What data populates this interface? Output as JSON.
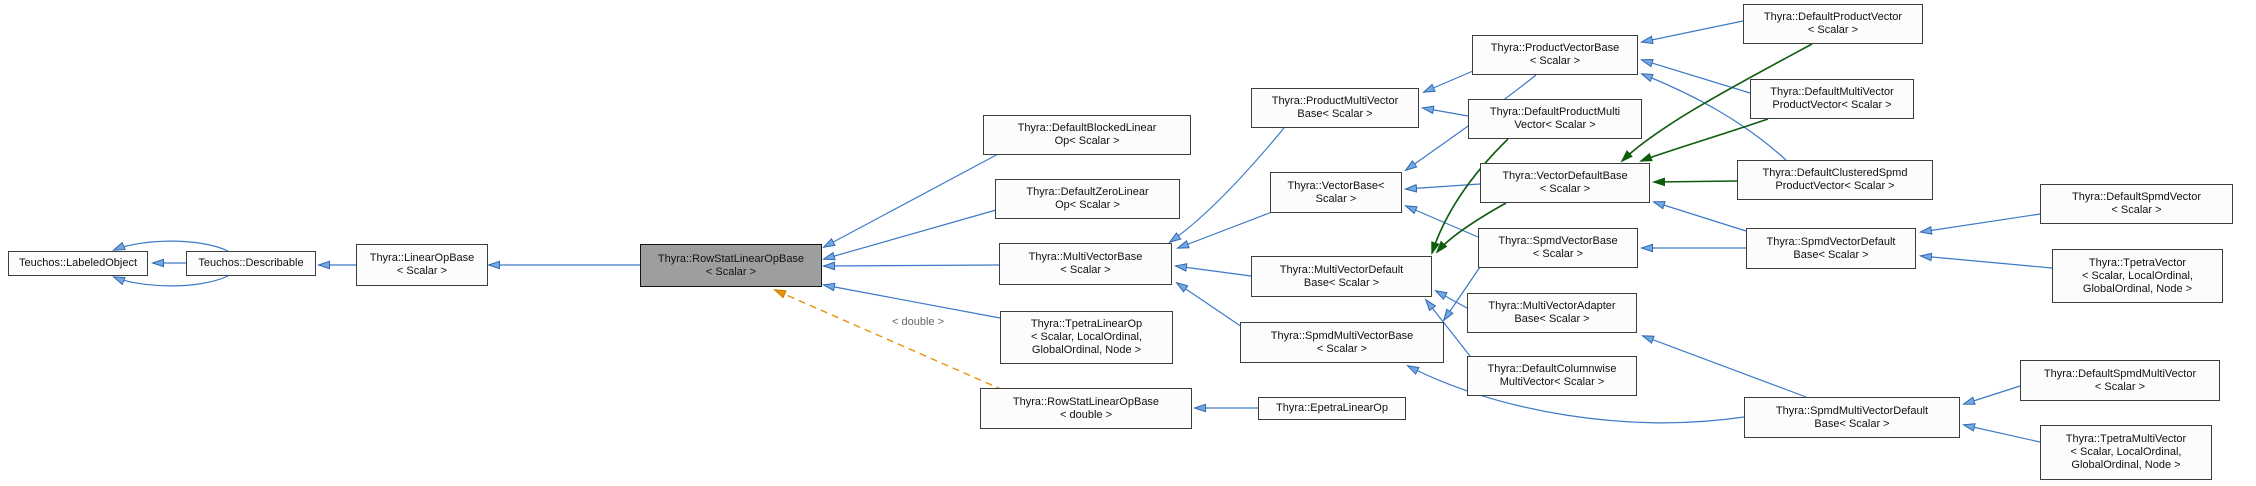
{
  "diagram": {
    "kind": "doxygen-class-inheritance-graph",
    "focus_class": "Thyra::RowStatLinearOpBase< Scalar >",
    "template_edge_label": "< double >",
    "colors": {
      "public_inheritance_edge": "#3c7ac8",
      "public_arrowhead_fill": "#72a9e4",
      "protected_inheritance_edge": "#0e5c0e",
      "template_instantiation_edge": "#e8940a",
      "node_background": "#fcfcfc",
      "node_border": "#3d3d3d",
      "focus_node_background": "#9e9e9e"
    }
  },
  "nodes": {
    "labeledObject": {
      "lines": [
        "Teuchos::LabeledObject"
      ]
    },
    "describable": {
      "lines": [
        "Teuchos::Describable"
      ]
    },
    "linearOpBase": {
      "lines": [
        "Thyra::LinearOpBase",
        "< Scalar >"
      ]
    },
    "rowStatLinearOpBase": {
      "lines": [
        "Thyra::RowStatLinearOpBase",
        "< Scalar >"
      ]
    },
    "defaultBlockedLinearOp": {
      "lines": [
        "Thyra::DefaultBlockedLinear",
        "Op< Scalar >"
      ]
    },
    "defaultZeroLinearOp": {
      "lines": [
        "Thyra::DefaultZeroLinear",
        "Op< Scalar >"
      ]
    },
    "multiVectorBase": {
      "lines": [
        "Thyra::MultiVectorBase",
        "< Scalar >"
      ]
    },
    "tpetraLinearOp": {
      "lines": [
        "Thyra::TpetraLinearOp",
        "< Scalar, LocalOrdinal,",
        "GlobalOrdinal, Node >"
      ]
    },
    "rowStatLinearOpBaseDouble": {
      "lines": [
        "Thyra::RowStatLinearOpBase",
        "< double >"
      ]
    },
    "productMultiVectorBase": {
      "lines": [
        "Thyra::ProductMultiVector",
        "Base< Scalar >"
      ]
    },
    "vectorBase": {
      "lines": [
        "Thyra::VectorBase<",
        "Scalar >"
      ]
    },
    "multiVectorDefaultBase": {
      "lines": [
        "Thyra::MultiVectorDefault",
        "Base< Scalar >"
      ]
    },
    "spmdMultiVectorBase": {
      "lines": [
        "Thyra::SpmdMultiVectorBase",
        "< Scalar >"
      ]
    },
    "epetraLinearOp": {
      "lines": [
        "Thyra::EpetraLinearOp"
      ]
    },
    "productVectorBase": {
      "lines": [
        "Thyra::ProductVectorBase",
        "< Scalar >"
      ]
    },
    "defaultProductMultiVector": {
      "lines": [
        "Thyra::DefaultProductMulti",
        "Vector< Scalar >"
      ]
    },
    "vectorDefaultBase": {
      "lines": [
        "Thyra::VectorDefaultBase",
        "< Scalar >"
      ]
    },
    "spmdVectorBase": {
      "lines": [
        "Thyra::SpmdVectorBase",
        "< Scalar >"
      ]
    },
    "multiVectorAdapterBase": {
      "lines": [
        "Thyra::MultiVectorAdapter",
        "Base< Scalar >"
      ]
    },
    "defaultColumnwiseMultiVector": {
      "lines": [
        "Thyra::DefaultColumnwise",
        "MultiVector< Scalar >"
      ]
    },
    "defaultProductVector": {
      "lines": [
        "Thyra::DefaultProductVector",
        "< Scalar >"
      ]
    },
    "defaultMultiVectorProductVector": {
      "lines": [
        "Thyra::DefaultMultiVector",
        "ProductVector< Scalar >"
      ]
    },
    "defaultClusteredSpmdProductVector": {
      "lines": [
        "Thyra::DefaultClusteredSpmd",
        "ProductVector< Scalar >"
      ]
    },
    "spmdVectorDefaultBase": {
      "lines": [
        "Thyra::SpmdVectorDefault",
        "Base< Scalar >"
      ]
    },
    "spmdMultiVectorDefaultBase": {
      "lines": [
        "Thyra::SpmdMultiVectorDefault",
        "Base< Scalar >"
      ]
    },
    "defaultSpmdVector": {
      "lines": [
        "Thyra::DefaultSpmdVector",
        "< Scalar >"
      ]
    },
    "tpetraVector": {
      "lines": [
        "Thyra::TpetraVector",
        "< Scalar, LocalOrdinal,",
        "GlobalOrdinal, Node >"
      ]
    },
    "defaultSpmdMultiVector": {
      "lines": [
        "Thyra::DefaultSpmdMultiVector",
        "< Scalar >"
      ]
    },
    "tpetraMultiVector": {
      "lines": [
        "Thyra::TpetraMultiVector",
        "< Scalar, LocalOrdinal,",
        "GlobalOrdinal, Node >"
      ]
    }
  },
  "edges": [
    {
      "from": "Teuchos::Describable",
      "to": "Teuchos::LabeledObject",
      "relation": "public"
    },
    {
      "from": "Teuchos::Describable",
      "to": "Teuchos::LabeledObject",
      "relation": "public-duplicate-arc-top"
    },
    {
      "from": "Teuchos::Describable",
      "to": "Teuchos::LabeledObject",
      "relation": "public-duplicate-arc-bottom"
    },
    {
      "from": "Thyra::LinearOpBase< Scalar >",
      "to": "Teuchos::Describable",
      "relation": "public"
    },
    {
      "from": "Thyra::RowStatLinearOpBase< Scalar >",
      "to": "Thyra::LinearOpBase< Scalar >",
      "relation": "public"
    },
    {
      "from": "Thyra::DefaultBlockedLinearOp< Scalar >",
      "to": "Thyra::RowStatLinearOpBase< Scalar >",
      "relation": "public"
    },
    {
      "from": "Thyra::DefaultZeroLinearOp< Scalar >",
      "to": "Thyra::RowStatLinearOpBase< Scalar >",
      "relation": "public"
    },
    {
      "from": "Thyra::MultiVectorBase< Scalar >",
      "to": "Thyra::RowStatLinearOpBase< Scalar >",
      "relation": "public"
    },
    {
      "from": "Thyra::TpetraLinearOp< Scalar, LocalOrdinal, GlobalOrdinal, Node >",
      "to": "Thyra::RowStatLinearOpBase< Scalar >",
      "relation": "public"
    },
    {
      "from": "Thyra::RowStatLinearOpBase< double >",
      "to": "Thyra::RowStatLinearOpBase< Scalar >",
      "relation": "template-instantiation",
      "label": "< double >"
    },
    {
      "from": "Thyra::EpetraLinearOp",
      "to": "Thyra::RowStatLinearOpBase< double >",
      "relation": "public"
    },
    {
      "from": "Thyra::ProductMultiVectorBase< Scalar >",
      "to": "Thyra::MultiVectorBase< Scalar >",
      "relation": "public"
    },
    {
      "from": "Thyra::VectorBase< Scalar >",
      "to": "Thyra::MultiVectorBase< Scalar >",
      "relation": "public"
    },
    {
      "from": "Thyra::MultiVectorDefaultBase< Scalar >",
      "to": "Thyra::MultiVectorBase< Scalar >",
      "relation": "public"
    },
    {
      "from": "Thyra::SpmdMultiVectorBase< Scalar >",
      "to": "Thyra::MultiVectorBase< Scalar >",
      "relation": "public"
    },
    {
      "from": "Thyra::ProductVectorBase< Scalar >",
      "to": "Thyra::ProductMultiVectorBase< Scalar >",
      "relation": "public"
    },
    {
      "from": "Thyra::DefaultProductMultiVector< Scalar >",
      "to": "Thyra::ProductMultiVectorBase< Scalar >",
      "relation": "public"
    },
    {
      "from": "Thyra::ProductVectorBase< Scalar >",
      "to": "Thyra::VectorBase< Scalar >",
      "relation": "public"
    },
    {
      "from": "Thyra::VectorDefaultBase< Scalar >",
      "to": "Thyra::VectorBase< Scalar >",
      "relation": "public"
    },
    {
      "from": "Thyra::SpmdVectorBase< Scalar >",
      "to": "Thyra::VectorBase< Scalar >",
      "relation": "public"
    },
    {
      "from": "Thyra::DefaultProductVector< Scalar >",
      "to": "Thyra::ProductVectorBase< Scalar >",
      "relation": "public"
    },
    {
      "from": "Thyra::DefaultMultiVectorProductVector< Scalar >",
      "to": "Thyra::ProductVectorBase< Scalar >",
      "relation": "public"
    },
    {
      "from": "Thyra::DefaultClusteredSpmdProductVector< Scalar >",
      "to": "Thyra::ProductVectorBase< Scalar >",
      "relation": "public"
    },
    {
      "from": "Thyra::DefaultProductVector< Scalar >",
      "to": "Thyra::VectorDefaultBase< Scalar >",
      "relation": "protected"
    },
    {
      "from": "Thyra::DefaultMultiVectorProductVector< Scalar >",
      "to": "Thyra::VectorDefaultBase< Scalar >",
      "relation": "protected"
    },
    {
      "from": "Thyra::DefaultClusteredSpmdProductVector< Scalar >",
      "to": "Thyra::VectorDefaultBase< Scalar >",
      "relation": "protected"
    },
    {
      "from": "Thyra::DefaultProductMultiVector< Scalar >",
      "to": "Thyra::MultiVectorDefaultBase< Scalar >",
      "relation": "protected"
    },
    {
      "from": "Thyra::VectorDefaultBase< Scalar >",
      "to": "Thyra::MultiVectorDefaultBase< Scalar >",
      "relation": "protected"
    },
    {
      "from": "Thyra::SpmdVectorDefaultBase< Scalar >",
      "to": "Thyra::SpmdVectorBase< Scalar >",
      "relation": "public"
    },
    {
      "from": "Thyra::SpmdVectorDefaultBase< Scalar >",
      "to": "Thyra::VectorDefaultBase< Scalar >",
      "relation": "public"
    },
    {
      "from": "Thyra::DefaultSpmdVector< Scalar >",
      "to": "Thyra::SpmdVectorDefaultBase< Scalar >",
      "relation": "public"
    },
    {
      "from": "Thyra::TpetraVector< Scalar, LocalOrdinal, GlobalOrdinal, Node >",
      "to": "Thyra::SpmdVectorDefaultBase< Scalar >",
      "relation": "public"
    },
    {
      "from": "Thyra::MultiVectorAdapterBase< Scalar >",
      "to": "Thyra::MultiVectorDefaultBase< Scalar >",
      "relation": "public"
    },
    {
      "from": "Thyra::DefaultColumnwiseMultiVector< Scalar >",
      "to": "Thyra::MultiVectorDefaultBase< Scalar >",
      "relation": "public"
    },
    {
      "from": "Thyra::SpmdVectorBase< Scalar >",
      "to": "Thyra::SpmdMultiVectorBase< Scalar >",
      "relation": "public"
    },
    {
      "from": "Thyra::SpmdMultiVectorDefaultBase< Scalar >",
      "to": "Thyra::SpmdMultiVectorBase< Scalar >",
      "relation": "public"
    },
    {
      "from": "Thyra::SpmdMultiVectorDefaultBase< Scalar >",
      "to": "Thyra::MultiVectorAdapterBase< Scalar >",
      "relation": "public"
    },
    {
      "from": "Thyra::DefaultSpmdMultiVector< Scalar >",
      "to": "Thyra::SpmdMultiVectorDefaultBase< Scalar >",
      "relation": "public"
    },
    {
      "from": "Thyra::TpetraMultiVector< Scalar, LocalOrdinal, GlobalOrdinal, Node >",
      "to": "Thyra::SpmdMultiVectorDefaultBase< Scalar >",
      "relation": "public"
    }
  ]
}
